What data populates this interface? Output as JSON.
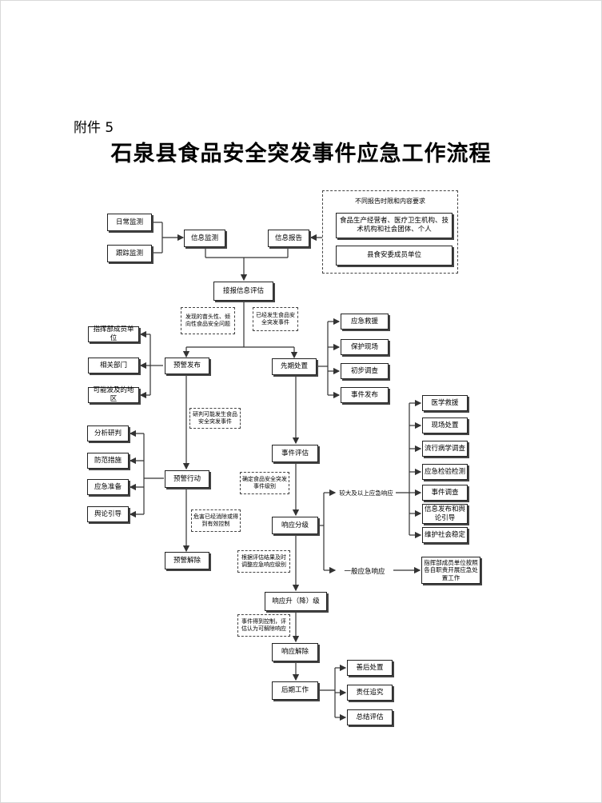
{
  "header": {
    "attachment": "附件 5",
    "title": "石泉县食品安全突发事件应急工作流程"
  },
  "report_requirements": {
    "heading": "不同报告时限和内容要求",
    "sources": "食品生产经营者、医疗卫生机构、技术机构和社会团体、个人",
    "members": "县食安委成员单位"
  },
  "monitoring": {
    "daily": "日常监测",
    "tracking": "跟踪监测",
    "info_monitoring": "信息监测",
    "info_report": "信息报告"
  },
  "assessment": {
    "label": "接报信息评估",
    "note_left": "发现的苗头性、倾向性食品安全问题",
    "note_right": "已经发生食品安全突发事件"
  },
  "warning_branch": {
    "release": "预警发布",
    "targets": [
      "指挥部成员单位",
      "相关部门",
      "可能波及的地区"
    ],
    "note_possible": "研判可能发生食品安全突发事件",
    "action": "预警行动",
    "actions": [
      "分析研判",
      "防范措施",
      "应急准备",
      "舆论引导"
    ],
    "note_lift": "危害已经消除或得到有效控制",
    "lift": "预警解除"
  },
  "initial_branch": {
    "disposal": "先期处置",
    "actions": [
      "应急救援",
      "保护现场",
      "初步调查",
      "事件发布"
    ],
    "event_assessment": "事件评估",
    "note_level": "确定食品安全突发事件级别",
    "response_grading": "响应分级",
    "major_response": "较大及以上应急响应",
    "major_actions": [
      "医学救援",
      "现场处置",
      "流行病学调查",
      "应急检验检测",
      "事件调查",
      "信息发布和舆论引导",
      "维护社会稳定"
    ],
    "general_response": "一般应急响应",
    "general_desc": "指挥部成员单位按照各自职责开展应急处置工作",
    "note_adjust": "根据评估结果及时调整应急响应级别",
    "upgrade": "响应升（降）级",
    "note_release": "事件得到控制，评估认为可解除响应",
    "response_lift": "响应解除",
    "aftermath": "后期工作",
    "after_actions": [
      "善后处置",
      "责任追究",
      "总结评估"
    ]
  }
}
